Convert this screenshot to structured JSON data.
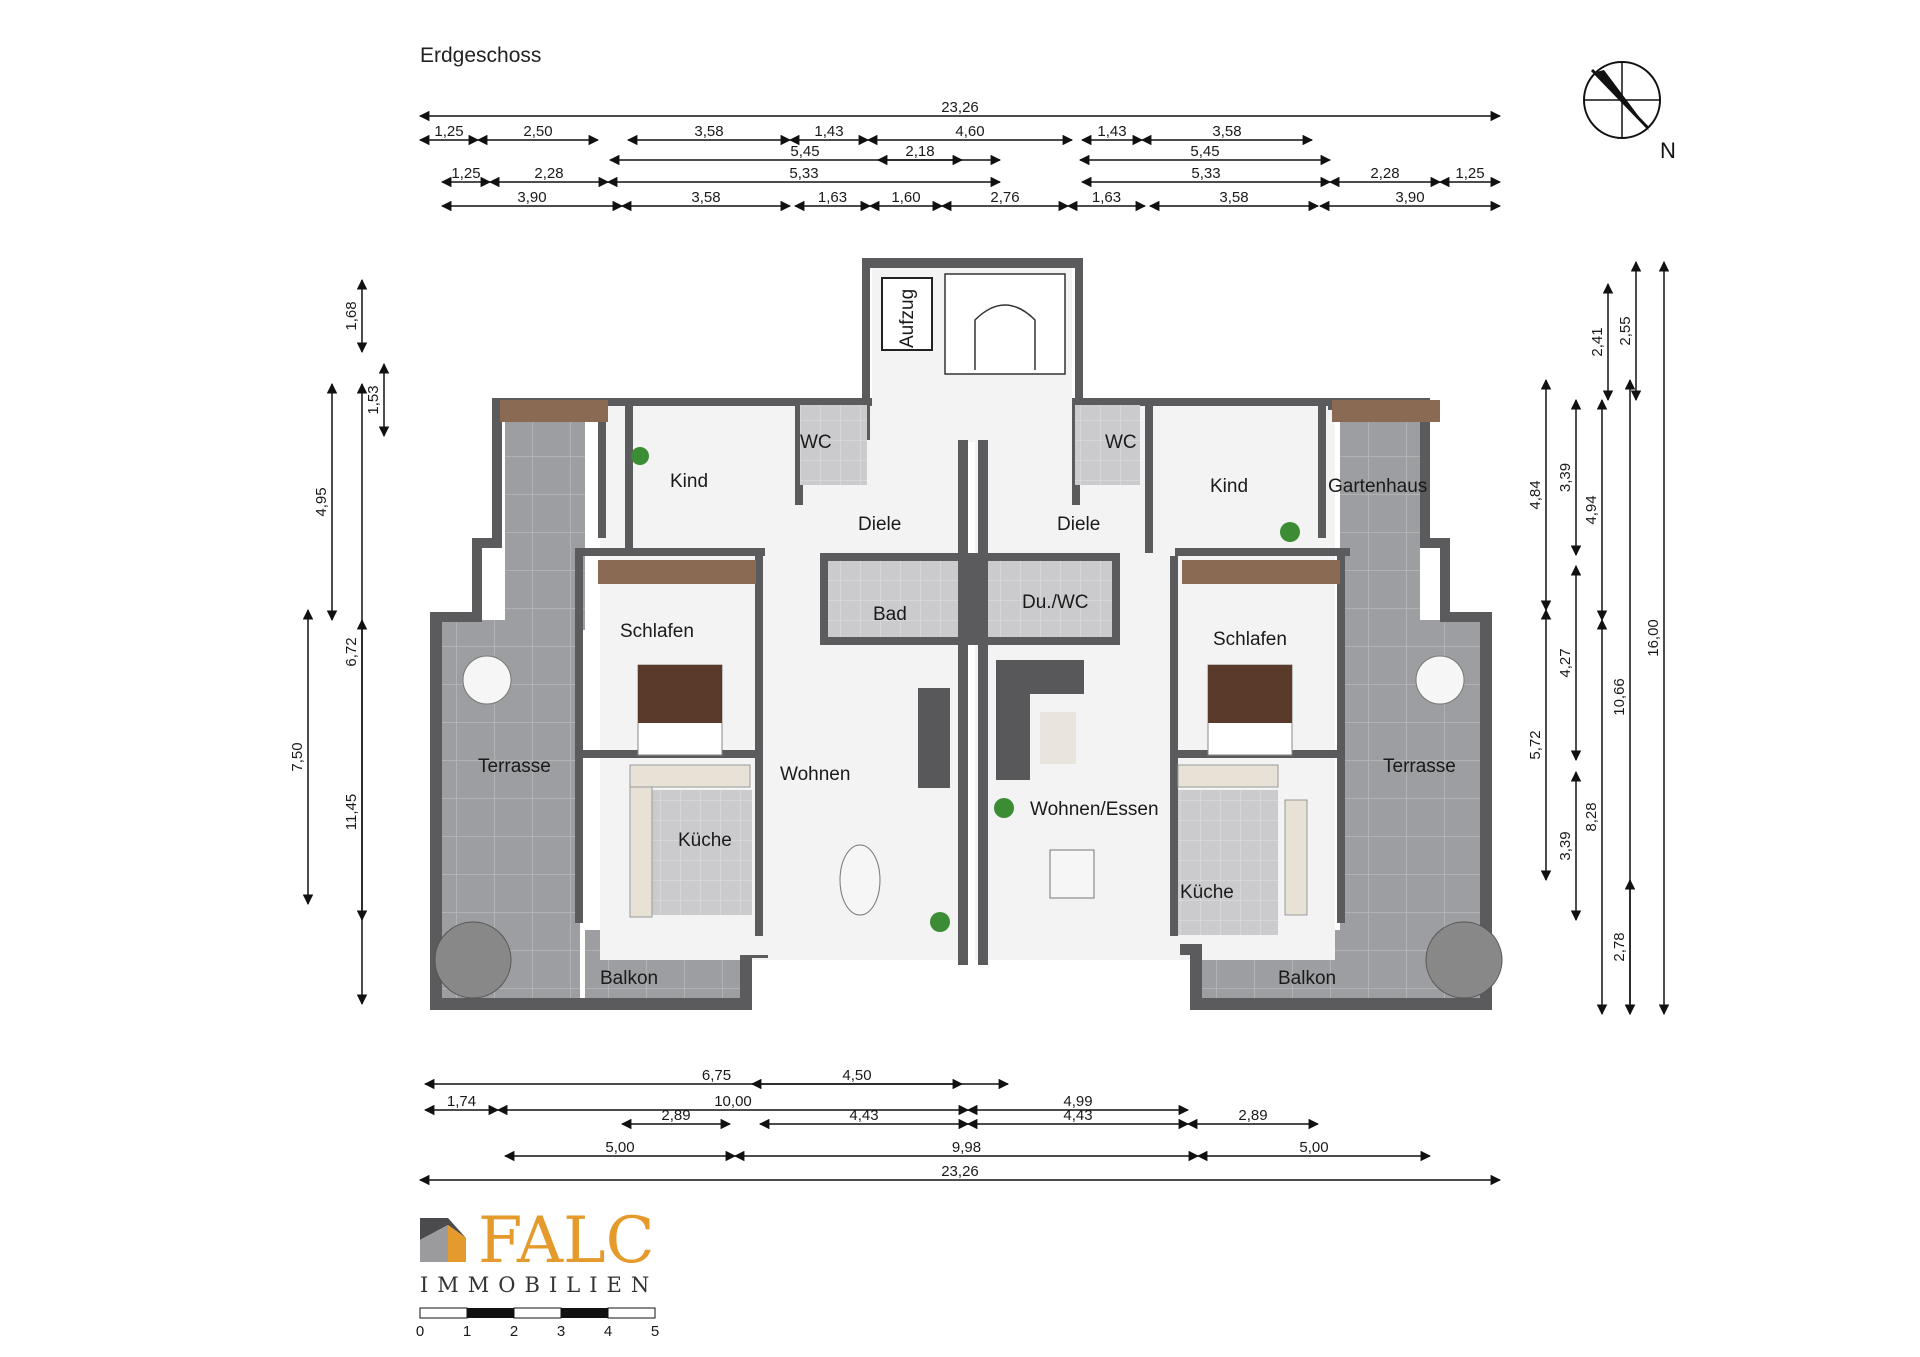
{
  "floor": "Erdgeschoss",
  "compass": {
    "letter": "N"
  },
  "rooms": {
    "aufzug": "Aufzug",
    "wc": "WC",
    "kind": "Kind",
    "diele": "Diele",
    "bad": "Bad",
    "du_wc": "Du./WC",
    "schlafen": "Schlafen",
    "wohnen": "Wohnen",
    "wohnen_essen": "Wohnen/Essen",
    "kueche": "Küche",
    "terrasse": "Terrasse",
    "balkon": "Balkon",
    "gartenhaus": "Gartenhaus"
  },
  "dims_top": [
    [
      "23,26"
    ],
    [
      "1,25",
      "2,50",
      "3,58",
      "1,43",
      "4,60",
      "1,43",
      "3,58"
    ],
    [
      "5,45",
      "2,18",
      "5,45"
    ],
    [
      "1,25",
      "2,28",
      "5,33",
      "5,33",
      "2,28",
      "1,25"
    ],
    [
      "3,90",
      "3,58",
      "1,63",
      "1,60",
      "2,76",
      "1,63",
      "3,58",
      "3,90"
    ]
  ],
  "dims_bottom": [
    [
      "6,75",
      "4,50"
    ],
    [
      "1,74",
      "10,00",
      "4,99"
    ],
    [
      "2,89",
      "4,43",
      "4,43",
      "2,89"
    ],
    [
      "5,00",
      "9,98",
      "5,00"
    ],
    [
      "23,26"
    ]
  ],
  "dims_left": [
    "1,68",
    "1,53",
    "4,95",
    "11,45",
    "6,72",
    "7,50"
  ],
  "dims_right": [
    "2,41",
    "2,55",
    "4,84",
    "3,39",
    "4,94",
    "10,66",
    "16,00",
    "4,27",
    "5,72",
    "3,39",
    "8,28",
    "2,78"
  ],
  "logo": {
    "word": "FALC",
    "sub": "IMMOBILIEN",
    "color": "#e59a2c"
  },
  "scale": [
    "0",
    "1",
    "2",
    "3",
    "4",
    "5"
  ],
  "colors": {
    "wall": "#5b5b5d",
    "floor": "#f4f4f4",
    "tile": "#9c9c9f",
    "wet": "#c9c9cb",
    "wood": "#8a6a52"
  }
}
